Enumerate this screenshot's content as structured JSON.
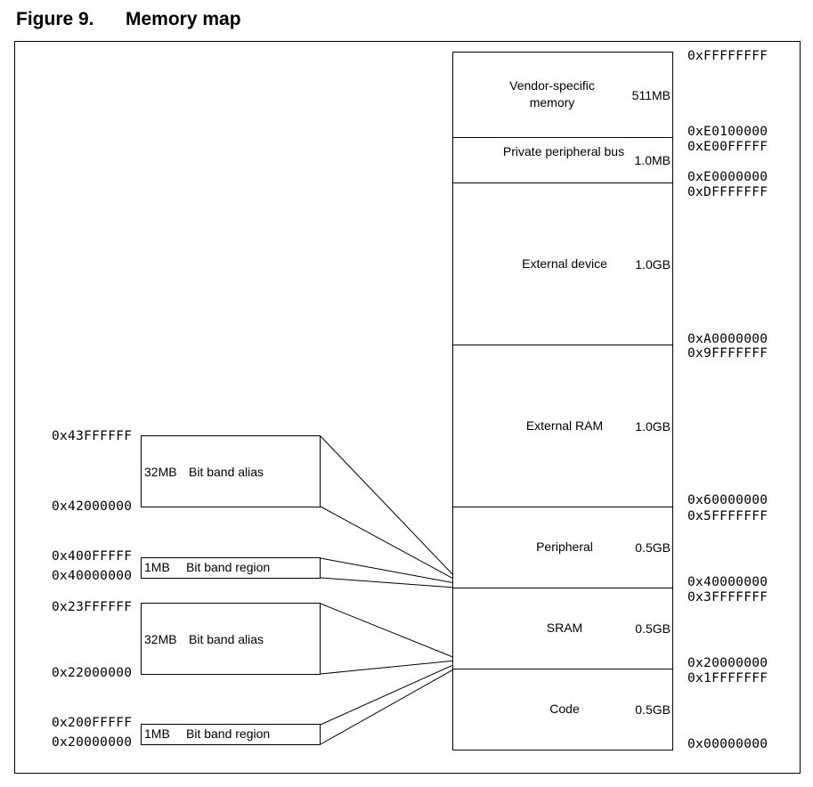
{
  "figure": {
    "number": "Figure 9.",
    "title": "Memory map"
  },
  "regions": [
    {
      "name": "Vendor-specific memory",
      "size": "511MB",
      "top_address": "0xFFFFFFFF",
      "bottom_address": "0xE0100000"
    },
    {
      "name": "Private peripheral bus",
      "size": "1.0MB",
      "top_address": "0xE00FFFFF",
      "bottom_address": "0xE0000000"
    },
    {
      "name": "External device",
      "size": "1.0GB",
      "top_address": "0xDFFFFFFF",
      "bottom_address": "0xA0000000"
    },
    {
      "name": "External RAM",
      "size": "1.0GB",
      "top_address": "0x9FFFFFFF",
      "bottom_address": "0x60000000"
    },
    {
      "name": "Peripheral",
      "size": "0.5GB",
      "top_address": "0x5FFFFFFF",
      "bottom_address": "0x40000000"
    },
    {
      "name": "SRAM",
      "size": "0.5GB",
      "top_address": "0x3FFFFFFF",
      "bottom_address": "0x20000000"
    },
    {
      "name": "Code",
      "size": "0.5GB",
      "top_address": "0x1FFFFFFF",
      "bottom_address": "0x00000000"
    }
  ],
  "bitband": [
    {
      "size": "32MB",
      "name": "Bit band alias",
      "top_address": "0x43FFFFFF",
      "bottom_address": "0x42000000"
    },
    {
      "size": "1MB",
      "name": "Bit band region",
      "top_address": "0x400FFFFF",
      "bottom_address": "0x40000000"
    },
    {
      "size": "32MB",
      "name": "Bit band alias",
      "top_address": "0x23FFFFFF",
      "bottom_address": "0x22000000"
    },
    {
      "size": "1MB",
      "name": "Bit band region",
      "top_address": "0x200FFFFF",
      "bottom_address": "0x20000000"
    }
  ]
}
